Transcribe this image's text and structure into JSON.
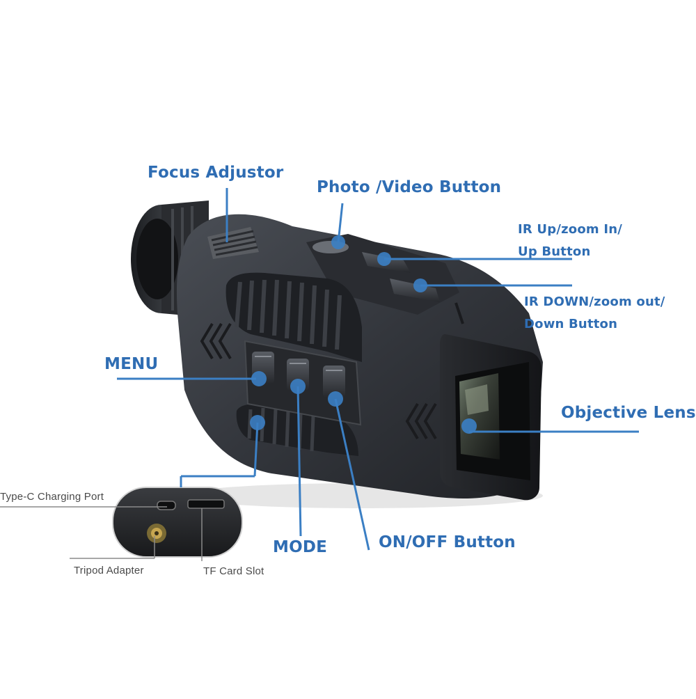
{
  "labels": {
    "focus_adjustor": "Focus Adjustor",
    "photo_video_button": "Photo /Video Button",
    "ir_up_line1": "IR Up/zoom In/",
    "ir_up_line2": "Up Button",
    "ir_down_line1": "IR DOWN/zoom out/",
    "ir_down_line2": "Down Button",
    "menu": "MENU",
    "objective_lens": "Objective Lens",
    "mode": "MODE",
    "on_off_button": "ON/OFF Button",
    "type_c_port": "Type-C Charging Port",
    "tripod_adapter": "Tripod Adapter",
    "tf_card_slot": "TF Card Slot"
  },
  "colors": {
    "label_blue": "#2f6db3",
    "callout_blue": "#3b7fc4",
    "body_dark": "#2b2e33",
    "body_mid": "#3a3e44",
    "rubber": "#1e2024"
  }
}
